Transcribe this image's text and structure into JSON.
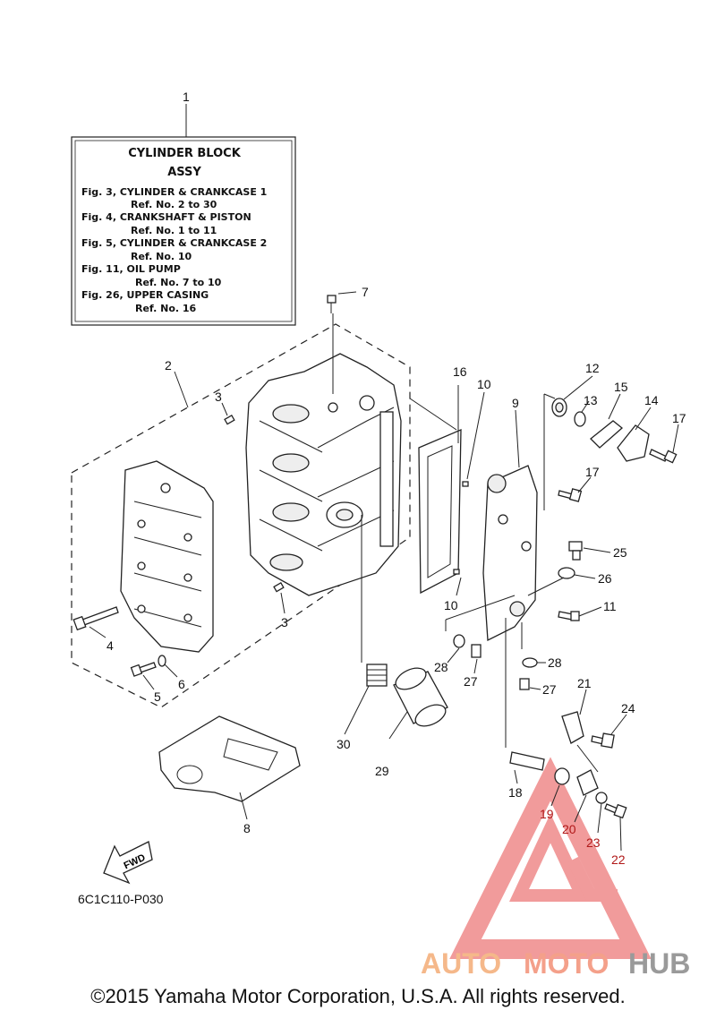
{
  "assy_box": {
    "ref": "1",
    "title_line1": "CYLINDER  BLOCK",
    "title_line2": "ASSY",
    "lines": [
      "Fig. 3, CYLINDER & CRANKCASE 1",
      "Ref. No. 2 to 30",
      "Fig. 4, CRANKSHAFT & PISTON",
      "Ref. No. 1 to 11",
      "Fig. 5, CYLINDER & CRANKCASE 2",
      "Ref. No. 10",
      "Fig. 11, OIL PUMP",
      "Ref. No. 7 to 10",
      "Fig. 26, UPPER CASING",
      "Ref. No. 16"
    ]
  },
  "callouts": {
    "c2": "2",
    "c3a": "3",
    "c3b": "3",
    "c4": "4",
    "c5": "5",
    "c6": "6",
    "c7": "7",
    "c8": "8",
    "c9": "9",
    "c10a": "10",
    "c10b": "10",
    "c11": "11",
    "c12": "12",
    "c13": "13",
    "c14": "14",
    "c15": "15",
    "c16": "16",
    "c17a": "17",
    "c17b": "17",
    "c18": "18",
    "c19": "19",
    "c20": "20",
    "c21": "21",
    "c22": "22",
    "c23": "23",
    "c24": "24",
    "c25": "25",
    "c26": "26",
    "c27a": "27",
    "c27b": "27",
    "c28a": "28",
    "c28b": "28",
    "c29": "29",
    "c30": "30"
  },
  "fwd_label": "FWD",
  "diagram_code": "6C1C110-P030",
  "watermark": {
    "text_auto": "AUTO",
    "text_moto": "MOTO",
    "text_hub": "HUB",
    "color_auto": "#f5b88a",
    "color_moto": "#f4a08a",
    "color_hub": "#9a9a9a",
    "logo_color": "#ef8a8a"
  },
  "copyright": "©2015 Yamaha Motor Corporation, U.S.A. All rights reserved."
}
